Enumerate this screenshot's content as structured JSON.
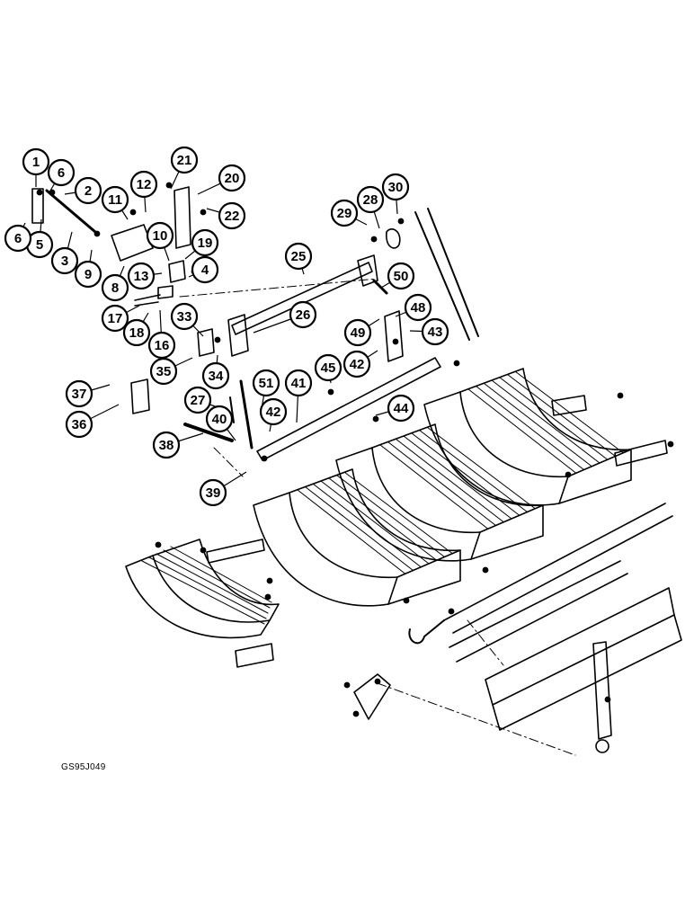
{
  "drawing_code": "GS95J049",
  "callouts": [
    "1",
    "2",
    "3",
    "4",
    "5",
    "6",
    "6",
    "8",
    "9",
    "10",
    "11",
    "12",
    "13",
    "16",
    "17",
    "18",
    "19",
    "20",
    "21",
    "22",
    "25",
    "26",
    "27",
    "28",
    "29",
    "30",
    "33",
    "34",
    "35",
    "36",
    "37",
    "38",
    "39",
    "40",
    "41",
    "42",
    "42",
    "43",
    "44",
    "45",
    "48",
    "49",
    "50",
    "51"
  ],
  "colors": {
    "ink": "#000000",
    "paper": "#ffffff"
  }
}
